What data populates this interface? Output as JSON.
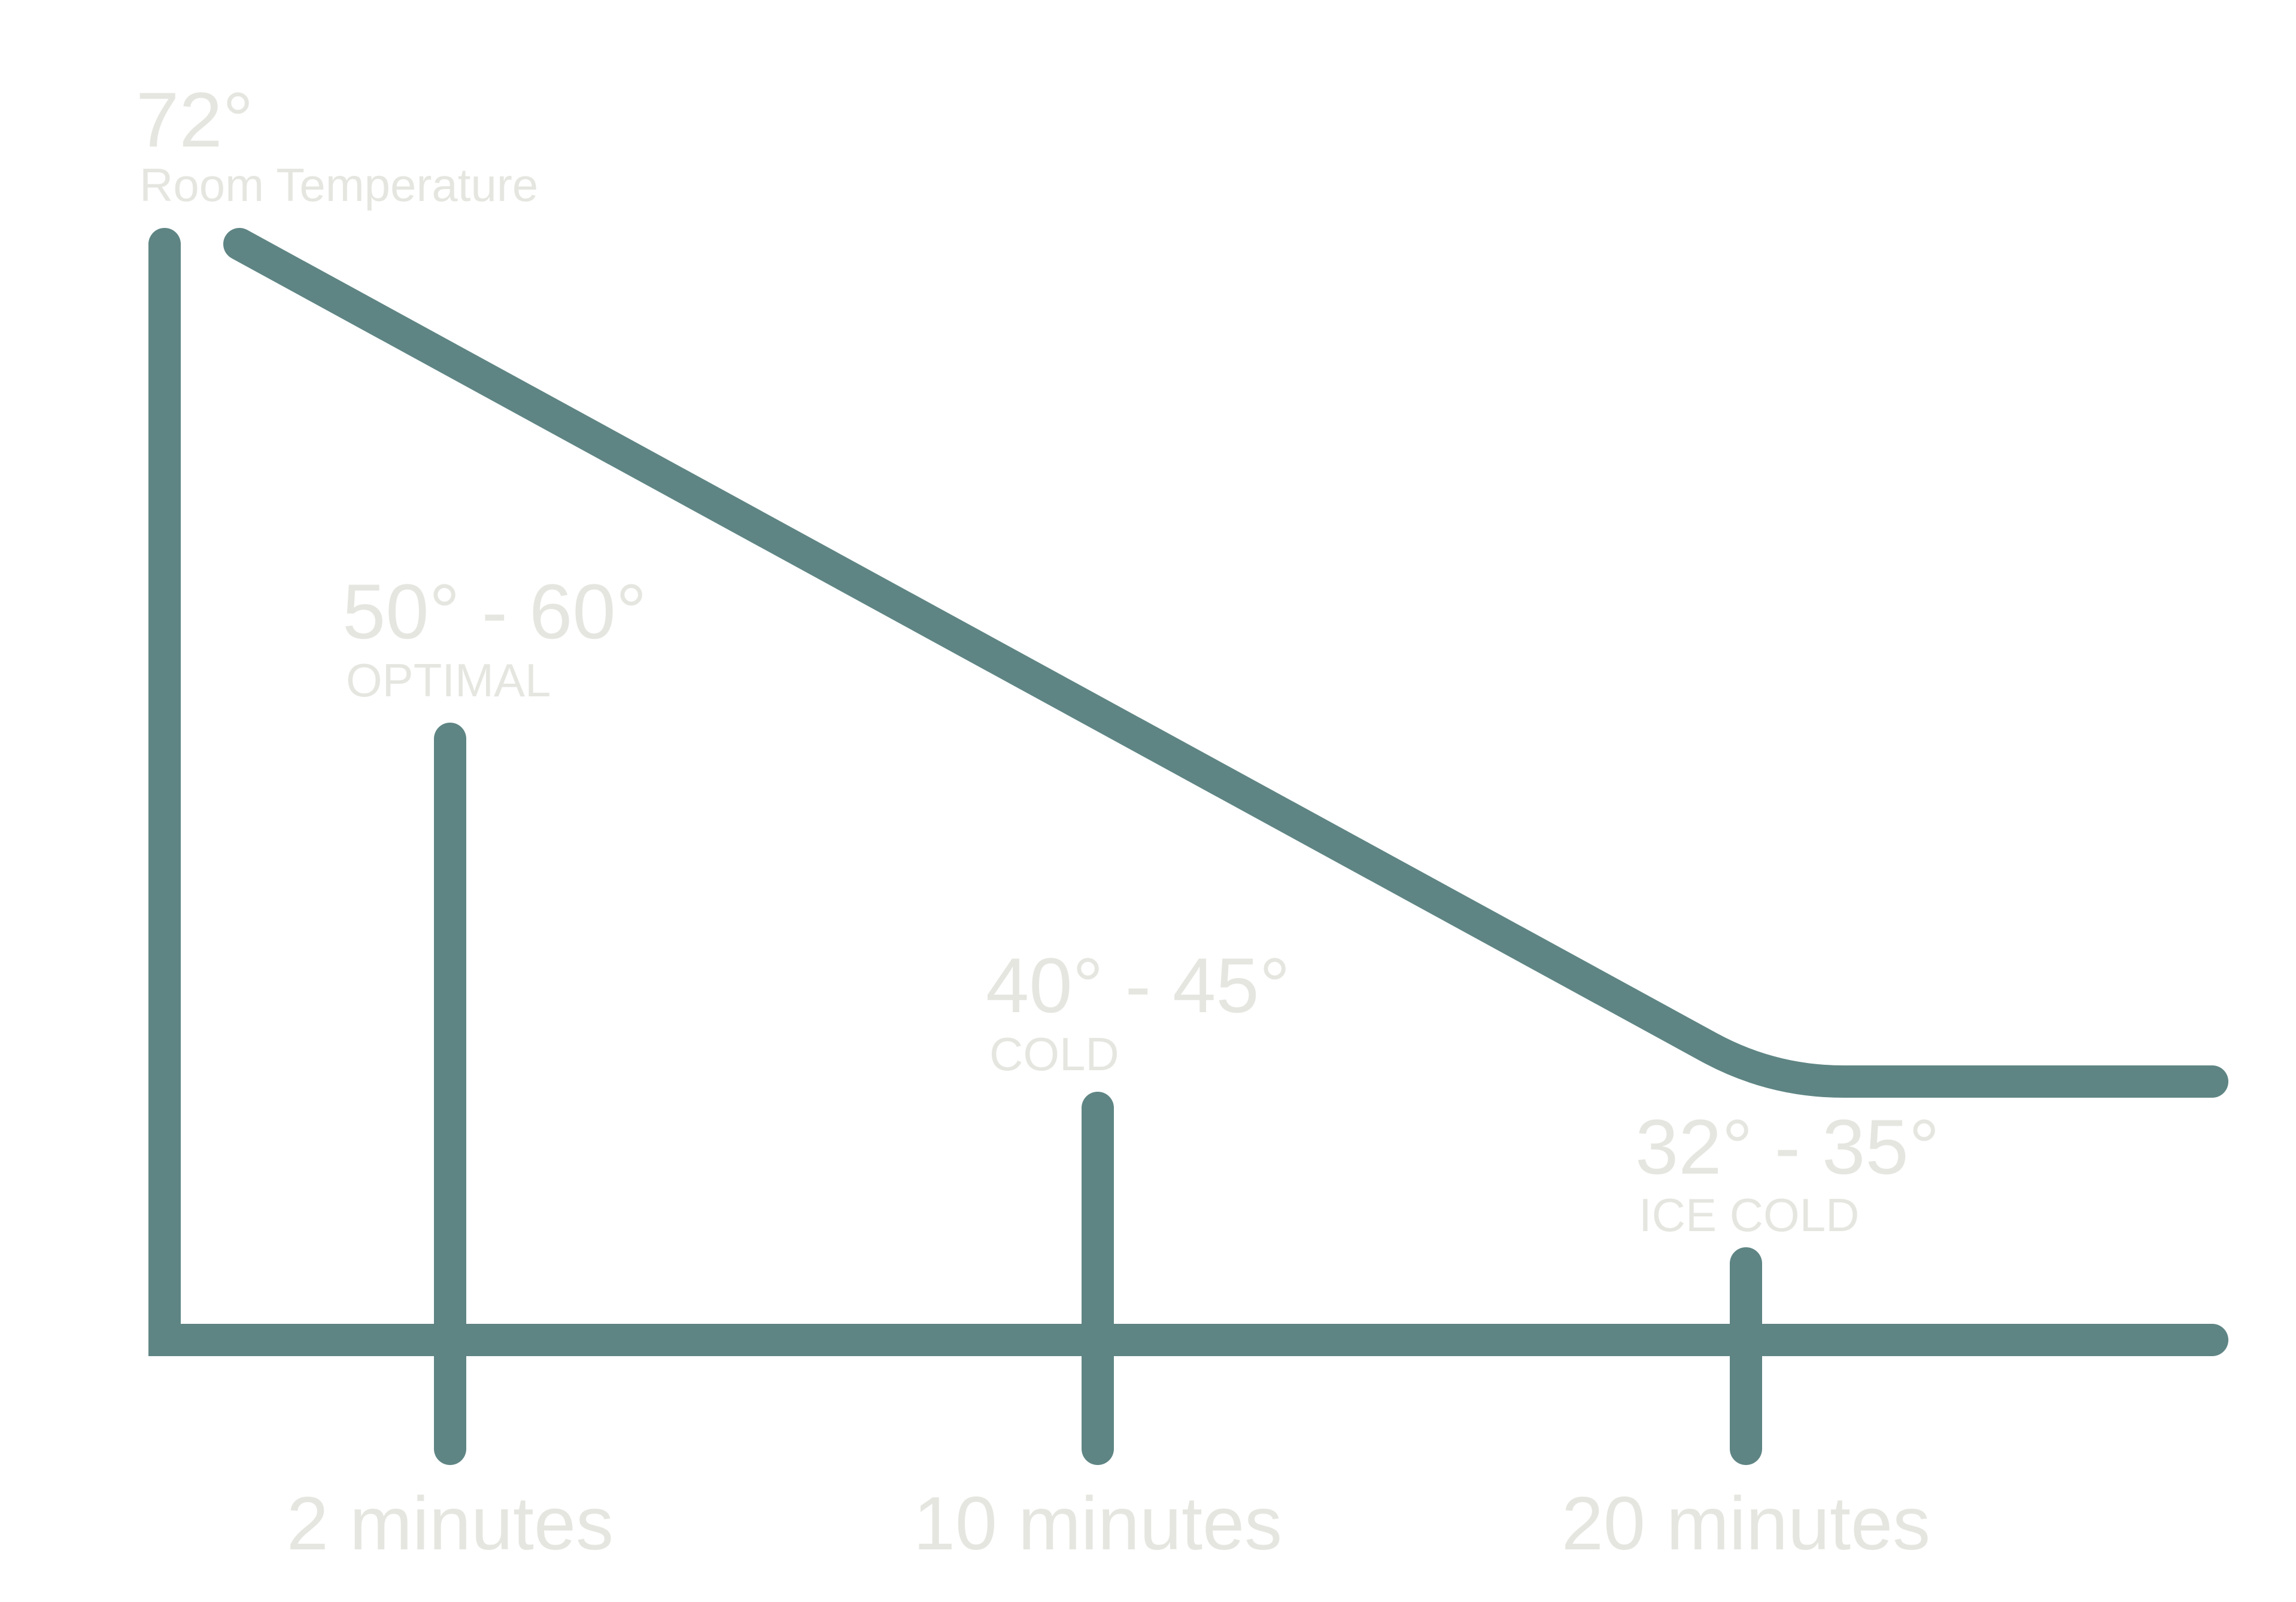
{
  "colors": {
    "line": "#5e8584",
    "text": "#e6e6e1",
    "background": "#ffffff"
  },
  "chart_data": {
    "type": "line",
    "xlabel": "",
    "ylabel": "",
    "x_ticks": [
      {
        "x": 2,
        "label": "2 minutes"
      },
      {
        "x": 10,
        "label": "10 minutes"
      },
      {
        "x": 20,
        "label": "20 minutes"
      }
    ],
    "series": [
      {
        "points": [
          {
            "x": 0,
            "y": 72
          },
          {
            "x": 21,
            "y": 33.5
          },
          {
            "x": 28,
            "y": 33.5
          }
        ]
      }
    ],
    "annotations": [
      {
        "x": 0,
        "y": 72,
        "value": "72°",
        "label": "Room Temperature"
      },
      {
        "x": 2,
        "y": 55,
        "value": "50° - 60°",
        "label": "OPTIMAL"
      },
      {
        "x": 10,
        "y": 42.5,
        "value": "40° - 45°",
        "label": "COLD"
      },
      {
        "x": 20,
        "y": 33.5,
        "value": "32° - 35°",
        "label": "ICE COLD"
      }
    ]
  }
}
